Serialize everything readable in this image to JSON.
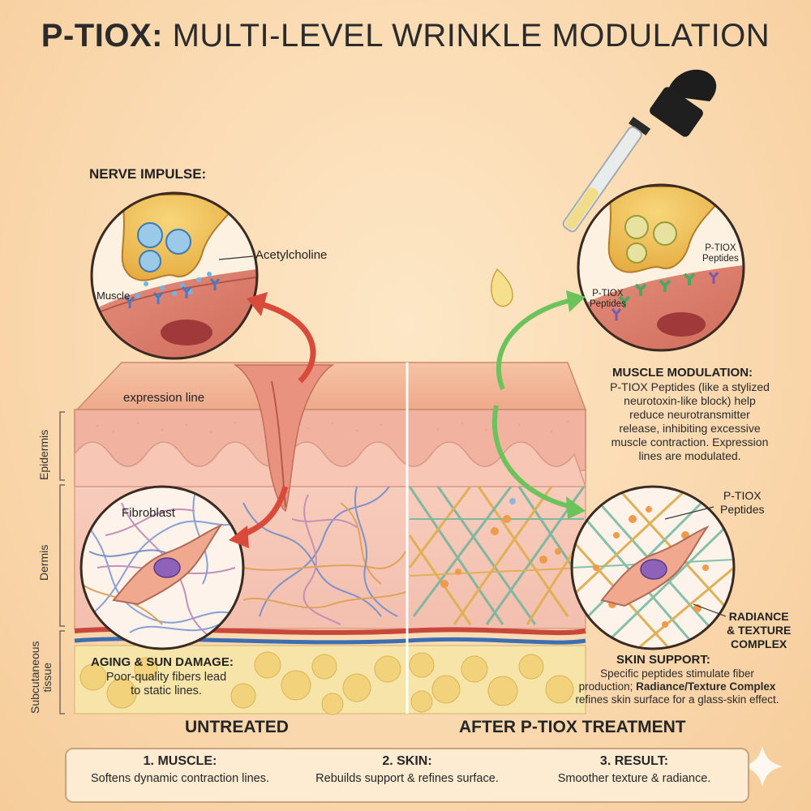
{
  "title": {
    "bold": "P-TIOX:",
    "rest": "MULTI-LEVEL WRINKLE MODULATION"
  },
  "left": {
    "nerve_heading": "NERVE IMPULSE:",
    "acetylcholine": "Acetylcholine",
    "muscle": "Muscle",
    "expression_line": "expression line",
    "fibroblast": "Fibroblast",
    "aging_heading": "AGING & SUN DAMAGE:",
    "aging_text": [
      "Poor-quality fibers lead",
      "to static lines."
    ],
    "section_label": "UNTREATED"
  },
  "layers": {
    "epidermis": "Epidermis",
    "dermis": "Dermis",
    "subcutaneous_line1": "Subcutaneous",
    "subcutaneous_line2": "tissue"
  },
  "right": {
    "peptides_a": [
      "P-TIOX",
      "Peptides"
    ],
    "peptides_b": [
      "P-TIOX",
      "Peptides"
    ],
    "muscle_heading": "MUSCLE MODULATION:",
    "muscle_text": [
      "P-TIOX Peptides (like a stylized",
      "neurotoxin-like block) help",
      "reduce neurotransmitter",
      "release, inhibiting excessive",
      "muscle contraction. Expression",
      "lines are modulated."
    ],
    "peptides_c": [
      "P-TIOX",
      "Peptides"
    ],
    "radiance": [
      "RADIANCE",
      "& TEXTURE",
      "COMPLEX"
    ],
    "support_heading": "SKIN SUPPORT:",
    "support_text": [
      "Specific peptides stimulate fiber",
      "production;"
    ],
    "support_bold": "Radiance/Texture Complex",
    "support_text2": "refines skin surface for a glass-skin effect.",
    "section_label": "AFTER P-TIOX TREATMENT"
  },
  "summary": [
    {
      "heading": "1. MUSCLE:",
      "text": "Softens dynamic contraction lines."
    },
    {
      "heading": "2. SKIN:",
      "text": "Rebuilds support & refines surface."
    },
    {
      "heading": "3. RESULT:",
      "text": "Smoother texture & radiance."
    }
  ],
  "colors": {
    "background": "#fad8ae",
    "skin_top": "#f2b99a",
    "epidermis": "#f4b6a5",
    "dermis": "#f6c7b7",
    "fat": "#f3dc8c",
    "red_arrow": "#d94a3a",
    "green_arrow": "#6cc35c",
    "blue_vessel": "#3d6fb0",
    "red_vessel": "#c8463a"
  }
}
